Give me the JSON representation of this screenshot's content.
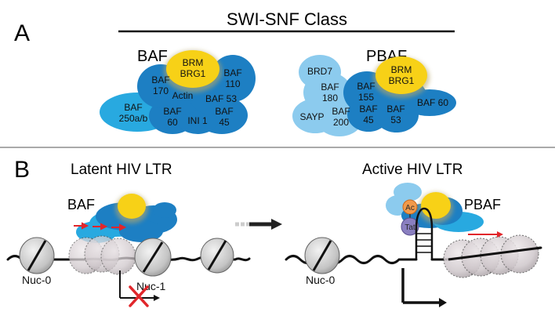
{
  "panel_a": {
    "letter": "A",
    "title": "SWI-SNF Class",
    "baf": {
      "name": "BAF",
      "core": [
        "BRM",
        "BRG1"
      ],
      "subunits": [
        [
          "BAF",
          "170"
        ],
        [
          "Actin"
        ],
        [
          "BAF",
          "110"
        ],
        [
          "BAF 53"
        ],
        [
          "BAF",
          "250a/b"
        ],
        [
          "BAF",
          "60"
        ],
        [
          "INI 1"
        ],
        [
          "BAF",
          "45"
        ]
      ]
    },
    "pbaf": {
      "name": "PBAF",
      "core": [
        "BRM",
        "BRG1"
      ],
      "subunits": [
        [
          "BRD7"
        ],
        [
          "BAF",
          "180"
        ],
        [
          "SAYP"
        ],
        [
          "BAF",
          "200"
        ],
        [
          "BAF",
          "155"
        ],
        [
          "BAF",
          "45"
        ],
        [
          "BAF",
          "53"
        ],
        [
          "BAF 60"
        ]
      ]
    }
  },
  "panel_b": {
    "letter": "B",
    "latent_title": "Latent HIV LTR",
    "active_title": "Active HIV LTR",
    "baf_label": "BAF",
    "pbaf_label": "PBAF",
    "nuc0_left": "Nuc-0",
    "nuc1": "Nuc-1",
    "nuc0_right": "Nuc-0",
    "ac_label": "Ac",
    "tat_label": "Tat"
  },
  "colors": {
    "dark_blue": "#1d7fc3",
    "medium_blue": "#28a9e0",
    "light_blue": "#8ccbee",
    "yellow": "#f7d117",
    "red_arrow": "#e1262b",
    "nucleosome": "#cfc7cb",
    "ac_orange": "#f29a4a",
    "tat_purple": "#8a7fc0"
  }
}
